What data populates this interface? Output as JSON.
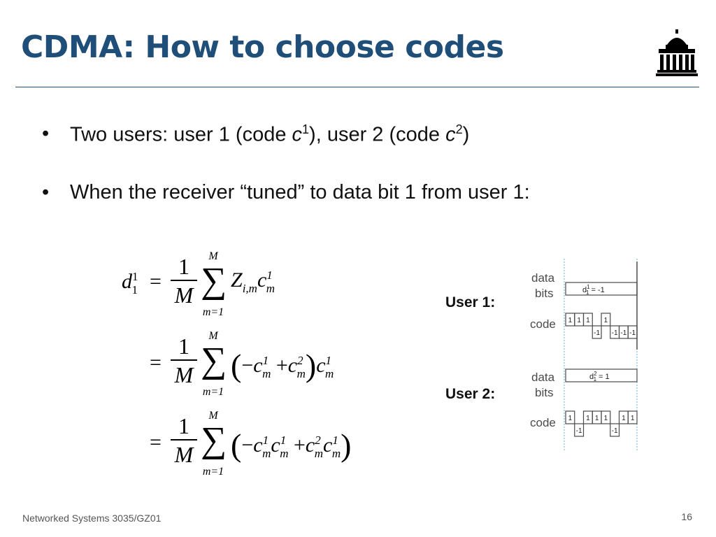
{
  "slide": {
    "title": "CDMA: How to choose codes",
    "bullets": [
      {
        "text_a": "Two users: user 1 (code ",
        "c1": "c",
        "s1": "1",
        "text_b": "), user 2 (code ",
        "c2": "c",
        "s2": "2",
        "text_c": ")"
      },
      {
        "text": "When the receiver “tuned” to data bit 1 from user 1:"
      }
    ],
    "user_labels": [
      "User 1:",
      "User 2:"
    ],
    "footer": "Networked Systems 3035/GZ01",
    "page_number": "16"
  },
  "equation": {
    "lhs": "d",
    "lhs_sup": "1",
    "lhs_sub": "1",
    "equals": "=",
    "frac_num": "1",
    "frac_den": "M",
    "sum_upper": "M",
    "sum_lower": "m=1",
    "line1": {
      "z": "Z",
      "z_sub": "i,m",
      "c": "c",
      "c_sup": "1",
      "c_sub": "m"
    },
    "line2": {
      "minus": "−",
      "c1": "c",
      "c1_sup": "1",
      "c1_sub": "m",
      "plus": "+",
      "c2": "c",
      "c2_sup": "2",
      "c2_sub": "m",
      "c3": "c",
      "c3_sup": "1",
      "c3_sub": "m"
    },
    "line3": {
      "minus": "−",
      "c1": "c",
      "c1_sup": "1",
      "c1_sub": "m",
      "c2": "c",
      "c2_sup": "1",
      "c2_sub": "m",
      "plus": "+",
      "c3": "c",
      "c3_sup": "2",
      "c3_sub": "m",
      "c4": "c",
      "c4_sup": "1",
      "c4_sub": "m"
    }
  },
  "waveform": {
    "labels": [
      "data",
      "bits",
      "code",
      "data",
      "bits",
      "code"
    ],
    "user1_bit": "d",
    "user1_bit_sup": "1",
    "user1_bit_sub": "1",
    "user1_bit_value": "= -1",
    "user2_bit": "d",
    "user2_bit_sup": "2",
    "user2_bit_sub": "1",
    "user2_bit_value": "= 1",
    "user1_code": [
      1,
      1,
      1,
      -1,
      1,
      -1,
      -1,
      -1
    ],
    "user2_code": [
      1,
      -1,
      1,
      1,
      1,
      -1,
      1,
      1
    ],
    "user1_code_labels": [
      "1",
      "1",
      "1",
      "-1",
      "1",
      "-1",
      "-1",
      "-1"
    ],
    "user2_code_labels": [
      "1",
      "-1",
      "1",
      "1",
      "1",
      "-1",
      "1",
      "1"
    ]
  },
  "colors": {
    "title": "#1f4e79",
    "rule": "#1f4e79",
    "waveform": "#4a4a4a",
    "dashed": "#6ab0d8"
  }
}
